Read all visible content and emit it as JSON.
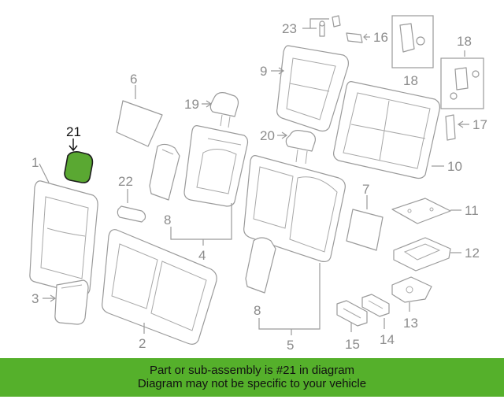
{
  "callouts": {
    "c1": "1",
    "c2": "2",
    "c3": "3",
    "c4": "4",
    "c5": "5",
    "c6": "6",
    "c7": "7",
    "c8a": "8",
    "c8b": "8",
    "c9": "9",
    "c10": "10",
    "c11": "11",
    "c12": "12",
    "c13": "13",
    "c14": "14",
    "c15": "15",
    "c16": "16",
    "c17": "17",
    "c18a": "18",
    "c18b": "18",
    "c19": "19",
    "c20": "20",
    "c21": "21",
    "c22": "22",
    "c23": "23"
  },
  "highlighted_part": "21",
  "colors": {
    "highlight_fill": "#5aa832",
    "banner_bg": "#55b02b",
    "line": "#9a9a9a"
  },
  "banner": {
    "line1": "Part or sub-assembly is #21 in diagram",
    "line2": "Diagram may not be specific to your vehicle"
  }
}
